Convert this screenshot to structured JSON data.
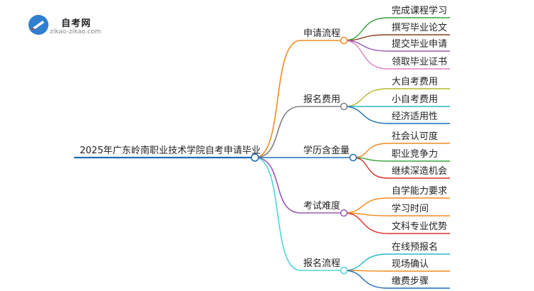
{
  "logo": {
    "title": "自考网",
    "url_text": "zikao-zikao.com"
  },
  "root": {
    "label": "2025年广东岭南职业技术学院自考申请毕业"
  },
  "branches": [
    {
      "label": "申请流程",
      "color": "#f28a1e",
      "children": [
        {
          "label": "完成课程学习",
          "color": "#3aa33a"
        },
        {
          "label": "撰写毕业论文",
          "color": "#8b3f1f"
        },
        {
          "label": "提交毕业申请",
          "color": "#9b59b6"
        },
        {
          "label": "领取毕业证书",
          "color": "#e17fc4"
        }
      ]
    },
    {
      "label": "报名费用",
      "color": "#808080",
      "children": [
        {
          "label": "大自考费用",
          "color": "#b6b92a"
        },
        {
          "label": "小自考费用",
          "color": "#26b8c9"
        },
        {
          "label": "经济适用性",
          "color": "#1f6db3"
        }
      ]
    },
    {
      "label": "学历含金量",
      "color": "#1f6db3",
      "children": [
        {
          "label": "社会认可度",
          "color": "#f28a1e"
        },
        {
          "label": "职业竞争力",
          "color": "#3aa33a"
        },
        {
          "label": "继续深造机会",
          "color": "#d9342b"
        }
      ]
    },
    {
      "label": "考试难度",
      "color": "#9b59b6",
      "children": [
        {
          "label": "自学能力要求",
          "color": "#f28a1e"
        },
        {
          "label": "学习时间",
          "color": "#f28a1e"
        },
        {
          "label": "文科专业优势",
          "color": "#d9342b"
        }
      ]
    },
    {
      "label": "报名流程",
      "color": "#4dd5dc",
      "children": [
        {
          "label": "在线预报名",
          "color": "#26b8c9"
        },
        {
          "label": "现场确认",
          "color": "#f28a1e"
        },
        {
          "label": "缴费步骤",
          "color": "#1f6db3"
        }
      ]
    }
  ]
}
